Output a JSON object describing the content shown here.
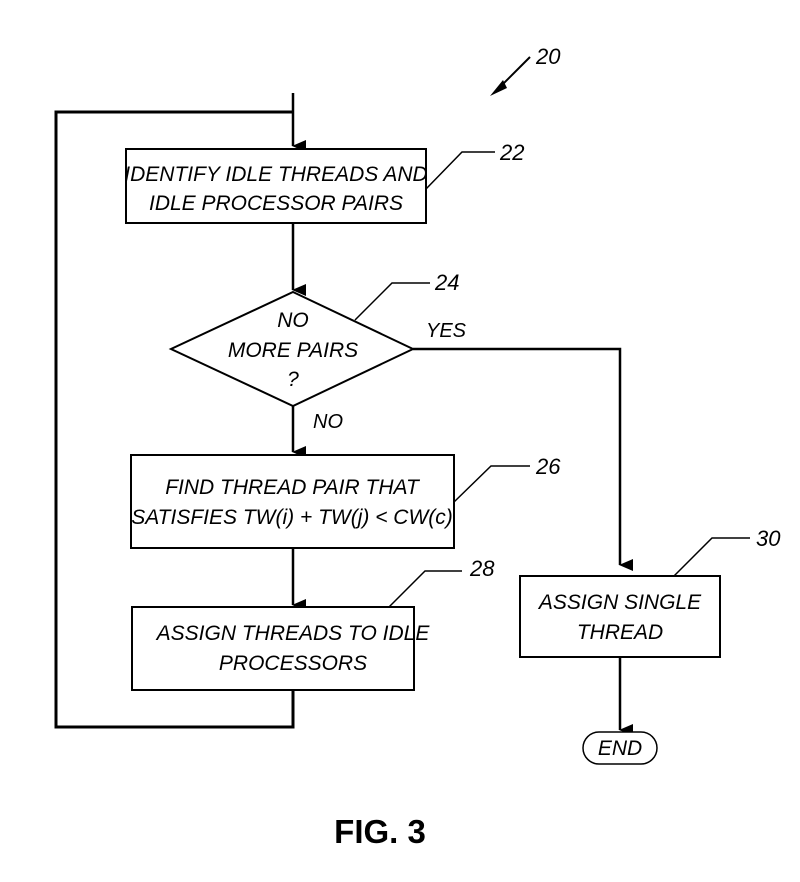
{
  "figure": {
    "caption": "FIG. 3",
    "reference_number": "20"
  },
  "nodes": {
    "n22": {
      "ref": "22",
      "type": "process",
      "lines": [
        "IDENTIFY IDLE THREADS AND",
        "IDLE PROCESSOR PAIRS"
      ]
    },
    "n24": {
      "ref": "24",
      "type": "decision",
      "lines": [
        "NO",
        "MORE PAIRS",
        "?"
      ]
    },
    "n26": {
      "ref": "26",
      "type": "process",
      "lines": [
        "FIND THREAD PAIR THAT",
        "SATISFIES TW(i) + TW(j) < CW(c)"
      ]
    },
    "n28": {
      "ref": "28",
      "type": "process",
      "lines": [
        "ASSIGN THREADS TO IDLE",
        "PROCESSORS"
      ]
    },
    "n30": {
      "ref": "30",
      "type": "process",
      "lines": [
        "ASSIGN SINGLE",
        "THREAD"
      ]
    },
    "end": {
      "type": "terminal",
      "lines": [
        "END"
      ]
    }
  },
  "edges": {
    "yes_label": "YES",
    "no_label": "NO",
    "list": [
      {
        "from": "entry",
        "to": "n22"
      },
      {
        "from": "n22",
        "to": "n24"
      },
      {
        "from": "n24",
        "to": "n26",
        "label": "NO"
      },
      {
        "from": "n24",
        "to": "n30",
        "label": "YES"
      },
      {
        "from": "n26",
        "to": "n28"
      },
      {
        "from": "n28",
        "to": "n22",
        "note": "loop back"
      },
      {
        "from": "n30",
        "to": "end"
      }
    ]
  }
}
